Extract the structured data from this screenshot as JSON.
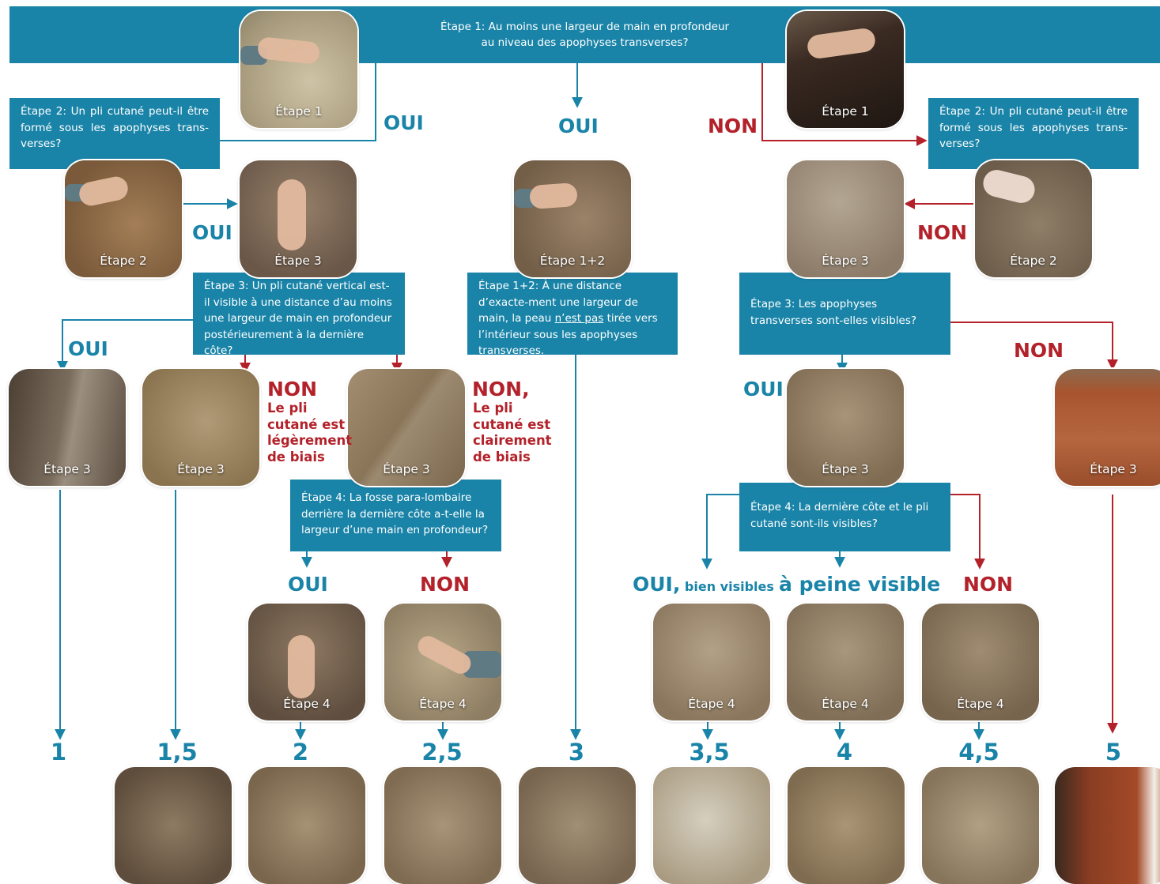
{
  "boxes": {
    "step1": "Étape 1: Au moins une largeur de main en profondeur au niveau des apophyses transverses?",
    "step2_left": "Étape 2: Un pli cutané peut-il être formé sous les apophyses trans-verses?",
    "step2_right": "Étape 2: Un pli cutané peut-il être formé sous les apophyses trans-verses?",
    "step3_left": "Étape 3: Un pli cutané vertical est-il visible à une distance d’au moins une largeur de main en profondeur postérieurement à la dernière côte?",
    "step12_prefix": "Étape 1+2: À une distance d’exacte-ment une largeur de main, la peau ",
    "step12_underlined": "n’est pas",
    "step12_suffix": " tirée vers l’intérieur sous les apophyses transverses.",
    "step3_right": "Étape 3: Les apophyses transverses sont-elles visibles?",
    "step4_left": "Étape 4: La fosse para-lombaire derrière la dernière côte a-t-elle la largeur d’une main en profondeur?",
    "step4_right": "Étape 4: La dernière côte et le pli cutané sont-ils visibles?"
  },
  "labels": {
    "oui": "OUI",
    "non": "NON",
    "non_comma": "NON,",
    "oui_comma": "OUI,",
    "bien_visibles": " bien visibles",
    "a_peine_visible": "à peine visible"
  },
  "notes": {
    "slight_1": "Le pli",
    "slight_2": "cutané est",
    "slight_3": "légèrement",
    "slight_4": "de biais",
    "clear_1": "Le pli",
    "clear_2": "cutané est",
    "clear_3": "clairement",
    "clear_4": "de biais"
  },
  "captions": {
    "step1": "Étape 1",
    "step2": "Étape 2",
    "step3": "Étape 3",
    "step4": "Étape 4",
    "step12": "Étape 1+2"
  },
  "scores": [
    "1",
    "1,5",
    "2",
    "2,5",
    "3",
    "3,5",
    "4",
    "4,5",
    "5"
  ],
  "colors": {
    "box": "#1a84a8",
    "oui_arrow": "#1a84a8",
    "non_arrow": "#b3222a"
  }
}
